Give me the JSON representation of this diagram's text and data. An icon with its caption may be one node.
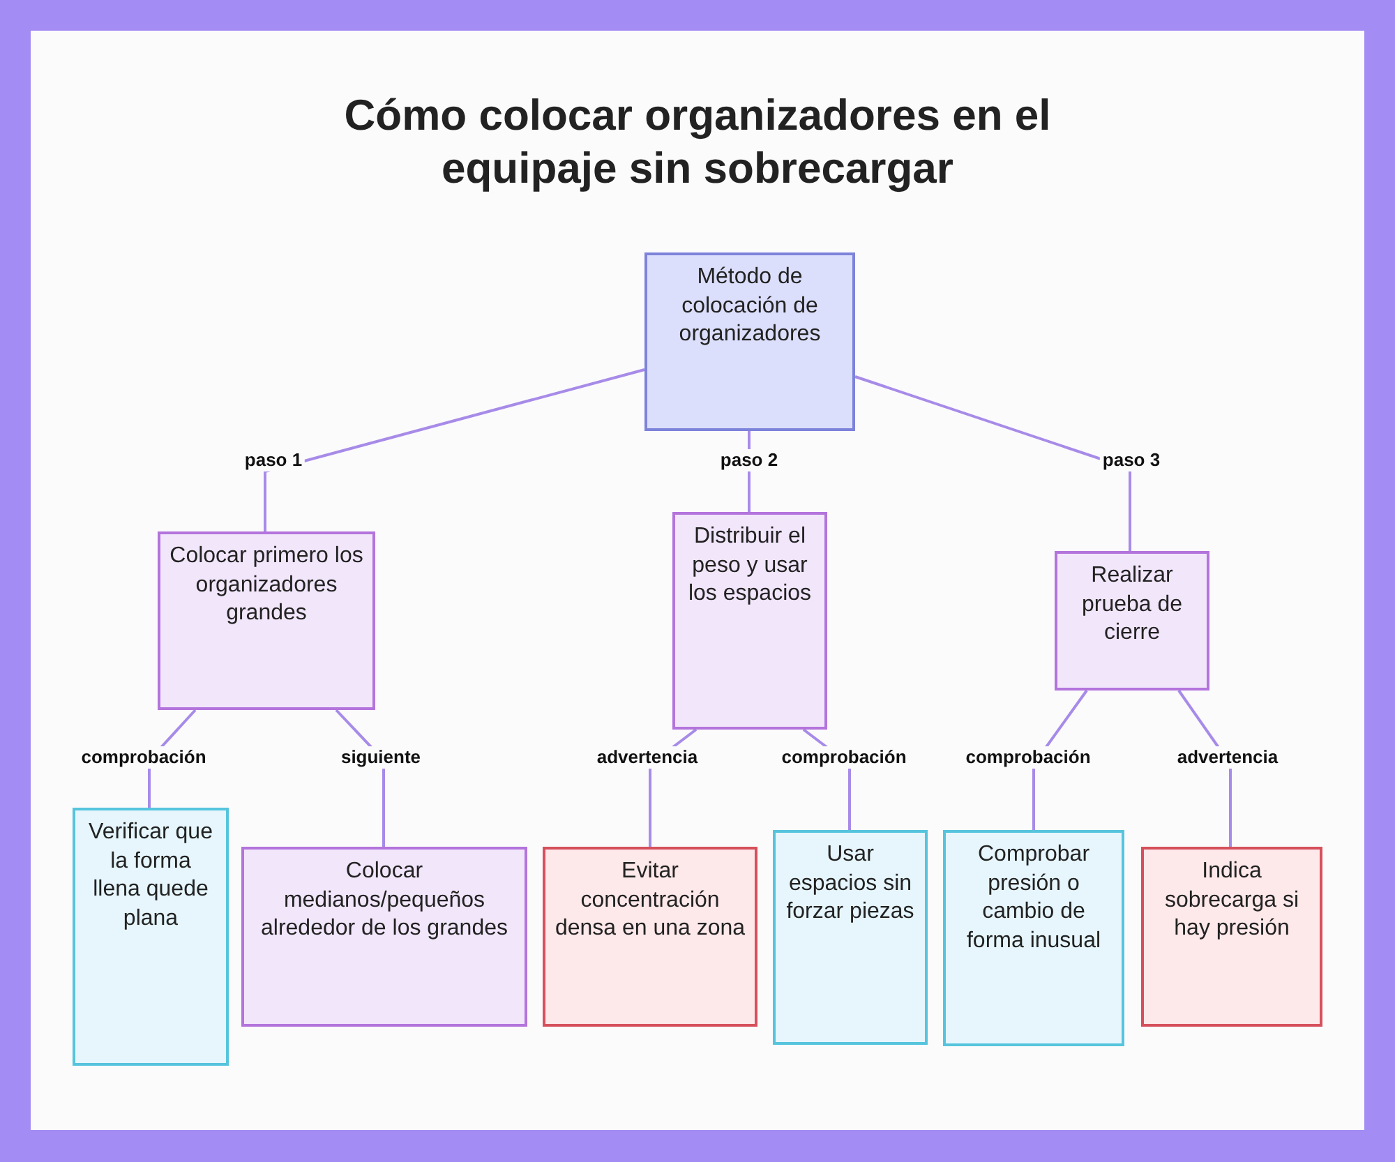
{
  "diagram": {
    "title": "Cómo colocar organizadores en el equipaje sin sobrecargar",
    "nodes": [
      {
        "text": [
          "Método de colocación de organizadores"
        ]
      },
      {
        "text": [
          "Colocar primero los organizadores grandes"
        ]
      },
      {
        "text": [
          "Distribuir el peso y usar los espacios"
        ]
      },
      {
        "text": [
          "Realizar prueba de cierre"
        ]
      },
      {
        "text": [
          "Verificar que la forma llena quede plana"
        ]
      },
      {
        "text": [
          "Colocar medianos/pequeños alrededor de los grandes"
        ]
      },
      {
        "text": [
          "Evitar concentración densa en una zona"
        ]
      },
      {
        "text": [
          "Usar espacios sin forzar piezas"
        ]
      },
      {
        "text": [
          "Comprobar presión o cambio de forma inusual"
        ]
      },
      {
        "text": [
          "Indica sobrecarga si hay presión"
        ]
      }
    ],
    "edges": [
      {
        "from": 0,
        "to": 1,
        "arrow": "none",
        "label": "paso 1"
      },
      {
        "from": 0,
        "to": 2,
        "arrow": "none",
        "label": "paso 2"
      },
      {
        "from": 0,
        "to": 3,
        "arrow": "none",
        "label": "paso 3"
      },
      {
        "from": 1,
        "to": 4,
        "arrow": "none",
        "label": "comprobación"
      },
      {
        "from": 1,
        "to": 5,
        "arrow": "none",
        "label": "siguiente"
      },
      {
        "from": 2,
        "to": 6,
        "arrow": "none",
        "label": "advertencia"
      },
      {
        "from": 2,
        "to": 7,
        "arrow": "none",
        "label": "comprobación"
      },
      {
        "from": 3,
        "to": 8,
        "arrow": "none",
        "label": "comprobación"
      },
      {
        "from": 3,
        "to": 9,
        "arrow": "none",
        "label": "advertencia"
      }
    ]
  }
}
